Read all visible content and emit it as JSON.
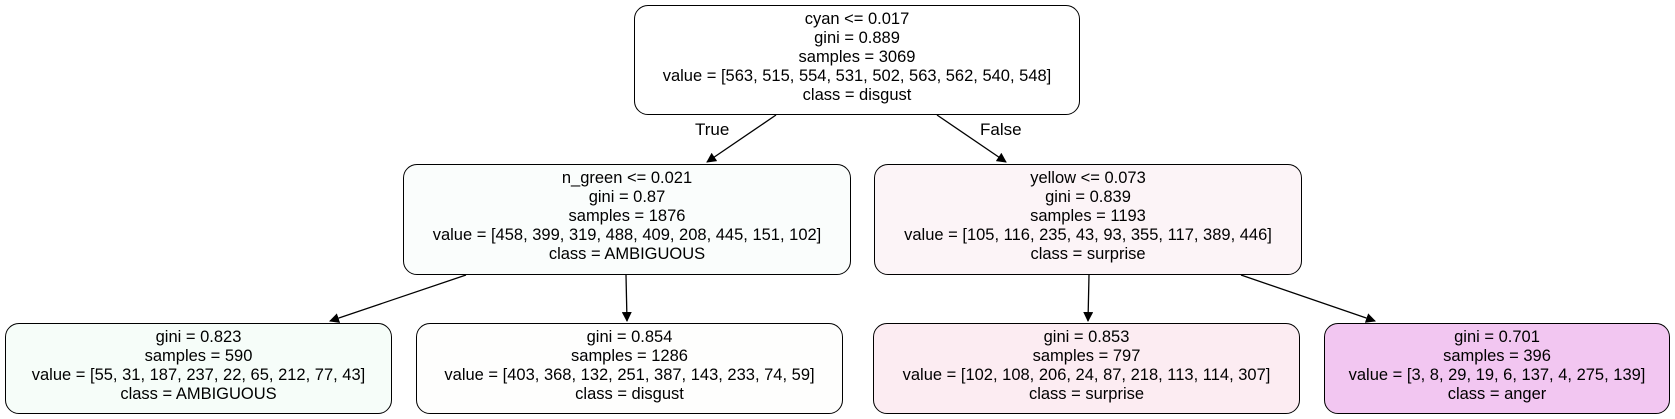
{
  "tree": {
    "edge_labels": {
      "true": "True",
      "false": "False"
    },
    "nodes": [
      {
        "id": "root",
        "split": "cyan <= 0.017",
        "gini": "gini = 0.889",
        "samples": "samples = 3069",
        "value": "value = [563, 515, 554, 531, 502, 563, 562, 540, 548]",
        "class": "class = disgust",
        "fill": "#ffffff"
      },
      {
        "id": "left",
        "split": "n_green <= 0.021",
        "gini": "gini = 0.87",
        "samples": "samples = 1876",
        "value": "value = [458, 399, 319, 488, 409, 208, 445, 151, 102]",
        "class": "class = AMBIGUOUS",
        "fill": "#fafdfc"
      },
      {
        "id": "right",
        "split": "yellow <= 0.073",
        "gini": "gini = 0.839",
        "samples": "samples = 1193",
        "value": "value = [105, 116, 235, 43, 93, 355, 117, 389, 446]",
        "class": "class = surprise",
        "fill": "#fcf4f7"
      },
      {
        "id": "left-left",
        "gini": "gini = 0.823",
        "samples": "samples = 590",
        "value": "value = [55, 31, 187, 237, 22, 65, 212, 77, 43]",
        "class": "class = AMBIGUOUS",
        "fill": "#f6fdf9"
      },
      {
        "id": "left-right",
        "gini": "gini = 0.854",
        "samples": "samples = 1286",
        "value": "value = [403, 368, 132, 251, 387, 143, 233, 74, 59]",
        "class": "class = disgust",
        "fill": "#fefefd"
      },
      {
        "id": "right-left",
        "gini": "gini = 0.853",
        "samples": "samples = 797",
        "value": "value = [102, 108, 206, 24, 87, 218, 113, 114, 307]",
        "class": "class = surprise",
        "fill": "#fcecf2"
      },
      {
        "id": "right-right",
        "gini": "gini = 0.701",
        "samples": "samples = 396",
        "value": "value = [3, 8, 29, 19, 6, 137, 4, 275, 139]",
        "class": "class = anger",
        "fill": "#f2c6f1"
      }
    ]
  }
}
